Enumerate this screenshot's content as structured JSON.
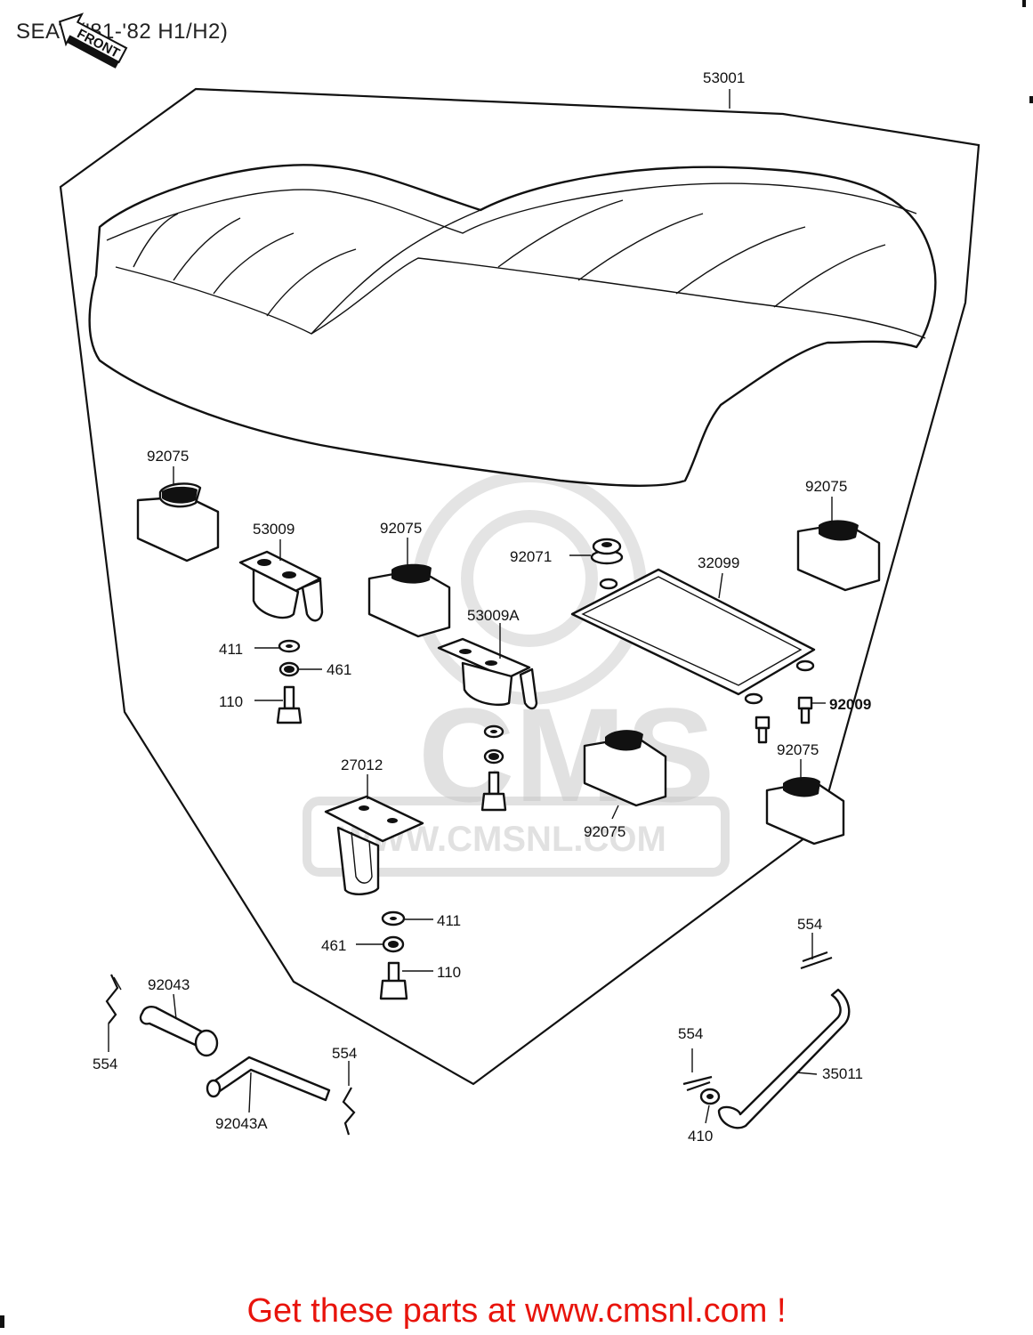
{
  "title": "SEAT ('81-'82 H1/H2)",
  "front_label": "FRONT",
  "footer": "Get these parts at www.cmsnl.com !",
  "watermark": {
    "brand": "CMS",
    "url": "WWW.CMSNL.COM"
  },
  "colors": {
    "footer": "#e8140c",
    "lines": "#111111",
    "watermark": "#c9c9c9"
  },
  "parts": {
    "seat": "53001",
    "damper_front_left": "92075",
    "bracket_left": "53009",
    "damper_center": "92075",
    "grommet": "92071",
    "tray": "32099",
    "damper_right_top": "92075",
    "washer_411_a": "411",
    "lockwasher_461_a": "461",
    "bolt_110_a": "110",
    "bracket_center": "53009A",
    "screw_92009": "92009",
    "damper_right_bottom": "92075",
    "bracket_27012": "27012",
    "damper_lower_center": "92075",
    "washer_411_b": "411",
    "lockwasher_461_b": "461",
    "bolt_110_b": "110",
    "pin_92043": "92043",
    "clip_554_a": "554",
    "pin_92043A": "92043A",
    "clip_554_b": "554",
    "clip_554_c": "554",
    "clip_554_d": "554",
    "rod_35011": "35011",
    "washer_410": "410"
  }
}
